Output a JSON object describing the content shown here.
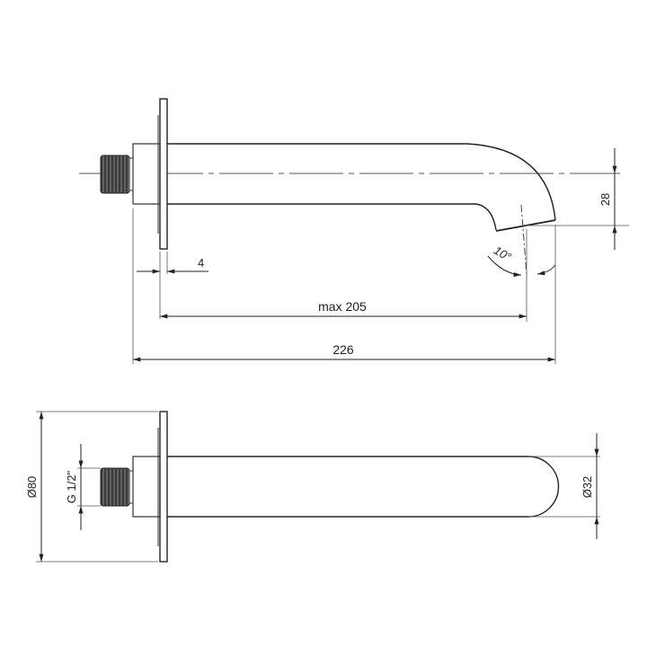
{
  "drawing": {
    "type": "technical-drawing",
    "subject": "wall-mounted bath spout",
    "side_view": {
      "dimensions": {
        "flange_thickness": "4",
        "projection_max": "max 205",
        "overall_length": "226",
        "drop_height": "28",
        "outlet_angle": "10°"
      }
    },
    "top_view": {
      "dimensions": {
        "flange_diameter": "Ø80",
        "thread_size": "G 1/2\"",
        "spout_diameter": "Ø32"
      }
    },
    "colors": {
      "line": "#2a2a2a",
      "dim_line": "#555555",
      "thread_fill": "#3a3a3a"
    }
  }
}
